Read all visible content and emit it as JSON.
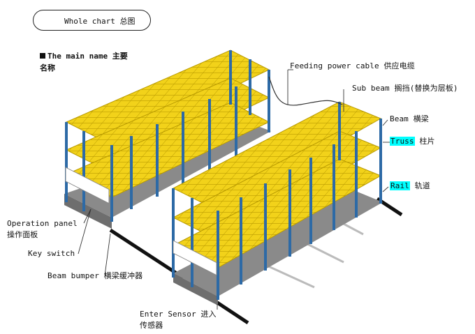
{
  "diagram": {
    "title": "Whole chart 总图",
    "main_name": {
      "en": "The main name 主要",
      "cn": "名称"
    },
    "labels": {
      "feeding_power_cable": "Feeding power cable 供应电缆",
      "sub_beam": "Sub beam 搁挡(替换为层板)",
      "beam": "Beam 横梁",
      "truss_term": "Truss",
      "truss_cn": "柱片",
      "rail_term": "Rail",
      "rail_cn": "轨道",
      "operation_panel_en": "Operation  panel",
      "operation_panel_cn": "操作面板",
      "key_switch": "Key switch",
      "beam_bumper": "Beam bumper 横梁缓冲器",
      "enter_sensor_en": "Enter Sensor 进入",
      "enter_sensor_cn": "传感器"
    },
    "colors": {
      "column_blue": "#3a7bb8",
      "beam_yellow": "#f2d21a",
      "rail_black": "#111111",
      "base_gray": "#8a8a8a",
      "highlight_cyan": "#00ffff"
    }
  }
}
